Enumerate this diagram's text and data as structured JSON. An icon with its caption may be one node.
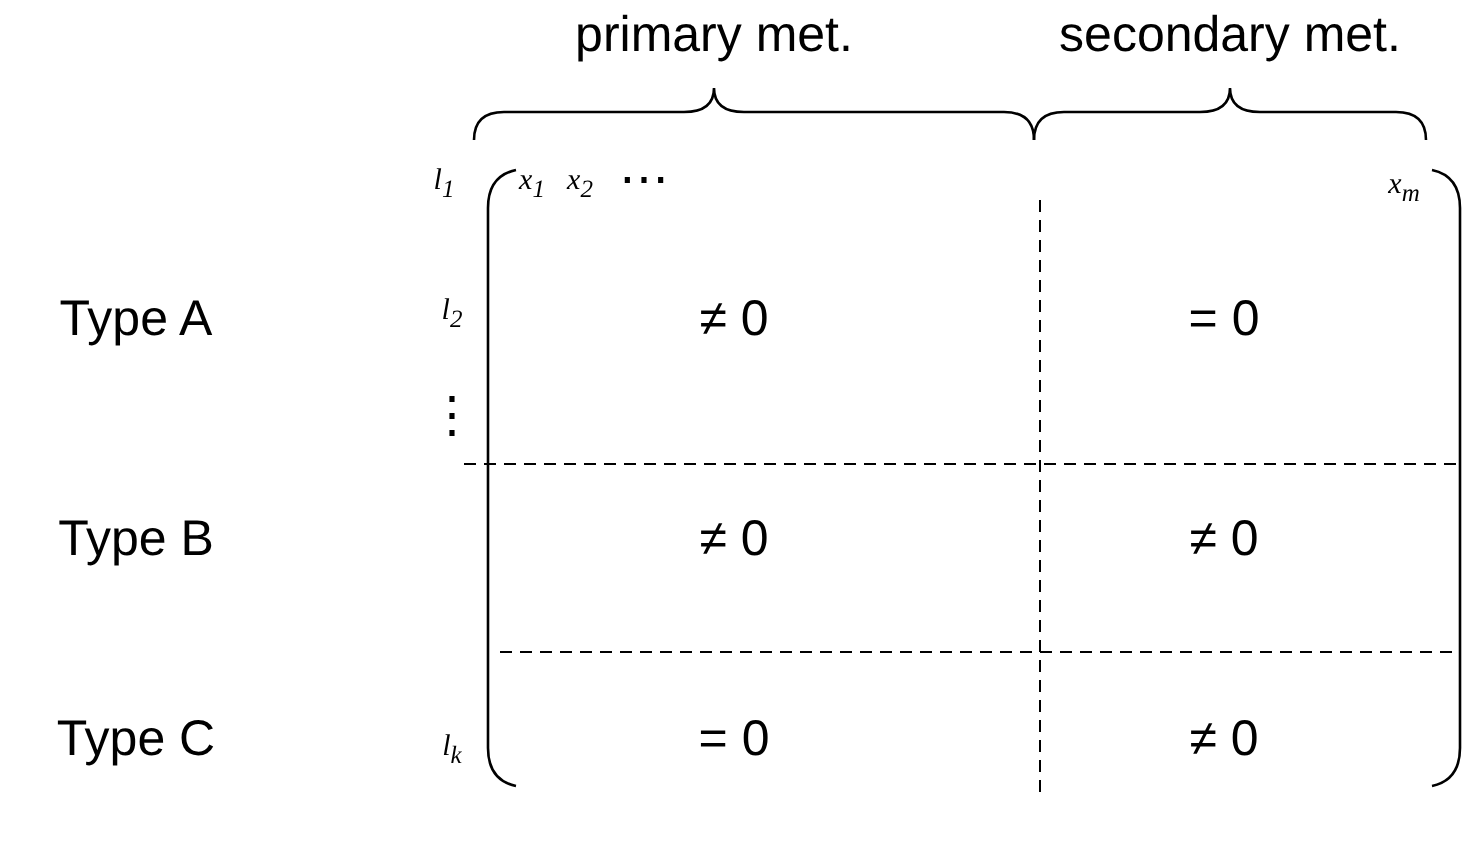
{
  "diagram": {
    "labels": [
      "primary met.",
      "secondary met.",
      "x$_{1}$",
      "x$_{2}$",
      "⋯",
      "x$_{m}$",
      "l$_{1}$",
      "Type A",
      "l$_{2}$",
      "≠ 0",
      "= 0",
      "⋮",
      "Type B",
      "≠ 0",
      "≠ 0",
      "Type C",
      "l$_{k}$",
      "= 0",
      "≠ 0"
    ]
  }
}
